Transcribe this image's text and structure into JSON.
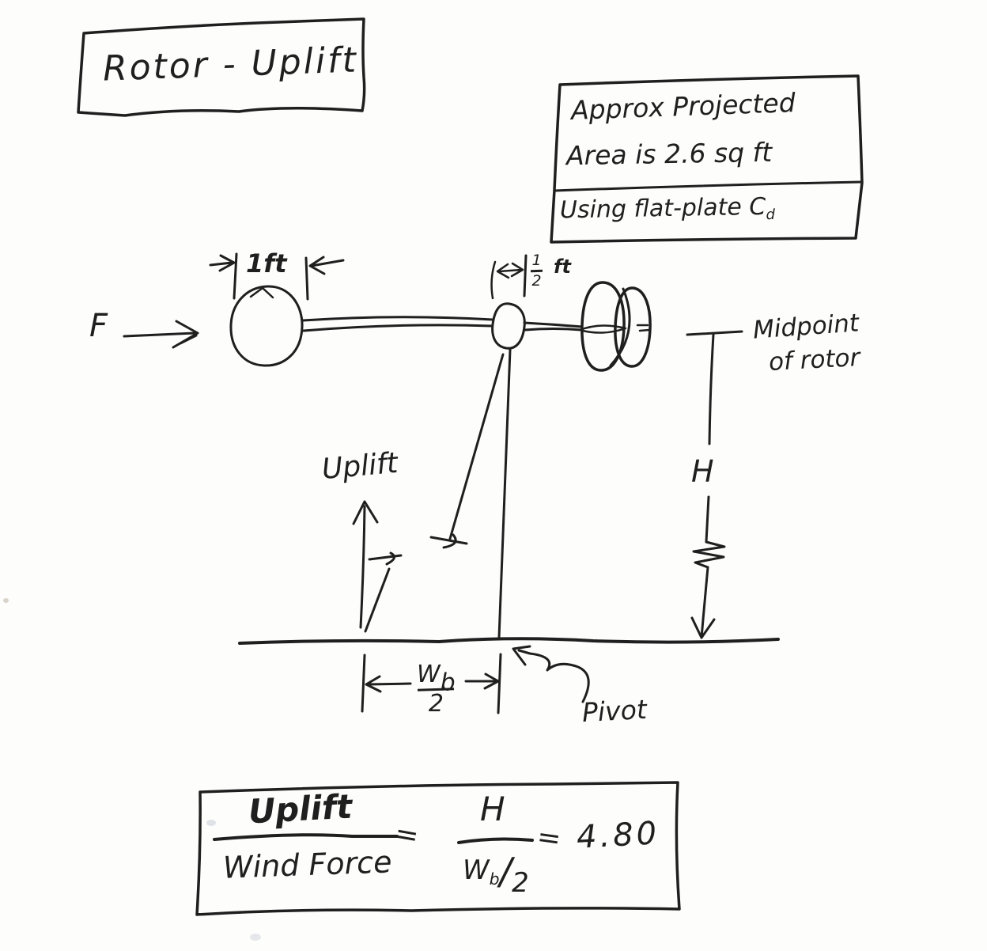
{
  "title_box": {
    "label": "Rotor - Uplift"
  },
  "note_box": {
    "line1": "Approx Projected",
    "line2": "Area is 2.6 sq ft",
    "line3_pre": "Using flat-plate ",
    "cd_base": "C",
    "cd_sub": "d"
  },
  "diagram": {
    "force_label": "F",
    "nose_dim_label": "1ft",
    "hub_dim": {
      "num": "1",
      "den": "2",
      "unit": "ft"
    },
    "uplift_label": "Uplift",
    "midpoint_line1": "Midpoint",
    "midpoint_line2": "of rotor",
    "height_label": "H",
    "base_dim": {
      "base": "W",
      "sub": "b",
      "den": "2"
    },
    "pivot_label": "Pivot"
  },
  "formula": {
    "numerator": "Uplift",
    "denominator": "Wind Force",
    "equals1": "=",
    "rhs_numerator": "H",
    "rhs_den_base": "W",
    "rhs_den_sub": "b",
    "rhs_den_slash": "/",
    "rhs_den_bottom": "2",
    "equals2": "=",
    "result": "4.80"
  },
  "colors": {
    "ink": "#1f1f1f",
    "paper": "#fdfdfc"
  }
}
